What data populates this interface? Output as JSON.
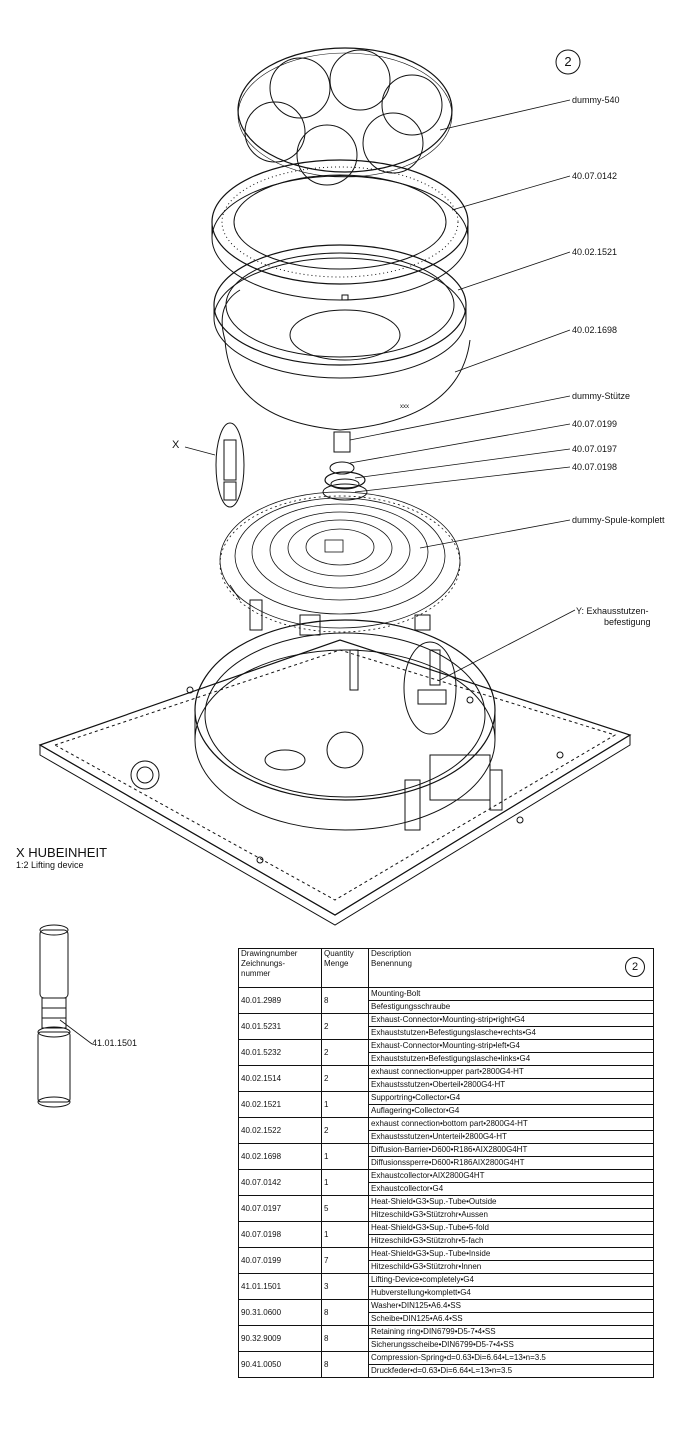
{
  "drawing": {
    "sheet_number": "2",
    "callouts": [
      "dummy-540",
      "40.07.0142",
      "40.02.1521",
      "40.02.1698",
      "dummy-Stütze",
      "40.07.0199",
      "40.07.0197",
      "40.07.0198",
      "dummy-Spule-komplett"
    ],
    "callout_y_line1": "Y: Exhausstutzen-",
    "callout_y_line2": "befestigung",
    "detail_x_marker": "X",
    "detail_x_title": "X HUBEINHEIT",
    "detail_x_scale": "1:2 Lifting device",
    "detail_x_part": "41.01.1501"
  },
  "bom": {
    "sheet_number": "2",
    "header_drawing": "Drawingnumber\nZeichnungs-\nnummer",
    "header_qty": "Quantity\nMenge",
    "header_desc": "Description\nBenennung",
    "rows": [
      {
        "num": "40.01.2989",
        "qty": "8",
        "en": "Mounting-Bolt",
        "de": "Befestigungsschraube"
      },
      {
        "num": "40.01.5231",
        "qty": "2",
        "en": "Exhaust-Connector•Mounting-strip•right•G4",
        "de": "Exhauststutzen•Befestigungslasche•rechts•G4"
      },
      {
        "num": "40.01.5232",
        "qty": "2",
        "en": "Exhaust-Connector•Mounting-strip•left•G4",
        "de": "Exhauststutzen•Befestigungslasche•links•G4"
      },
      {
        "num": "40.02.1514",
        "qty": "2",
        "en": "exhaust connection•upper part•2800G4-HT",
        "de": "Exhaustsstutzen•Oberteil•2800G4-HT"
      },
      {
        "num": "40.02.1521",
        "qty": "1",
        "en": "Supportring•Collector•G4",
        "de": "Auflagering•Collector•G4"
      },
      {
        "num": "40.02.1522",
        "qty": "2",
        "en": "exhaust connection•bottom part•2800G4-HT",
        "de": "Exhaustsstutzen•Unterteil•2800G4-HT"
      },
      {
        "num": "40.02.1698",
        "qty": "1",
        "en": "Diffusion-Barrier•D600•R186•AIX2800G4HT",
        "de": "Diffusionssperre•D600•R186AIX2800G4HT"
      },
      {
        "num": "40.07.0142",
        "qty": "1",
        "en": "Exhaustcollector•AIX2800G4HT",
        "de": "Exhaustcollector•G4"
      },
      {
        "num": "40.07.0197",
        "qty": "5",
        "en": "Heat-Shield•G3•Sup.-Tube•Outside",
        "de": "Hitzeschild•G3•Stützrohr•Aussen"
      },
      {
        "num": "40.07.0198",
        "qty": "1",
        "en": "Heat-Shield•G3•Sup.-Tube•5-fold",
        "de": "Hitzeschild•G3•Stützrohr•5-fach"
      },
      {
        "num": "40.07.0199",
        "qty": "7",
        "en": "Heat-Shield•G3•Sup.-Tube•Inside",
        "de": "Hitzeschild•G3•Stützrohr•Innen"
      },
      {
        "num": "41.01.1501",
        "qty": "3",
        "en": "Lifting-Device•completely•G4",
        "de": "Hubverstellung•komplett•G4"
      },
      {
        "num": "90.31.0600",
        "qty": "8",
        "en": "Washer•DIN125•A6.4•SS",
        "de": "Scheibe•DIN125•A6.4•SS"
      },
      {
        "num": "90.32.9009",
        "qty": "8",
        "en": "Retaining ring•DIN6799•D5-7•4•SS",
        "de": "Sicherungsscheibe•DIN6799•D5-7•4•SS"
      },
      {
        "num": "90.41.0050",
        "qty": "8",
        "en": "Compression-Spring•d=0.63•Di=6.64•L=13•n=3.5",
        "de": "Druckfeder•d=0.63•Di=6.64•L=13•n=3.5"
      }
    ]
  }
}
